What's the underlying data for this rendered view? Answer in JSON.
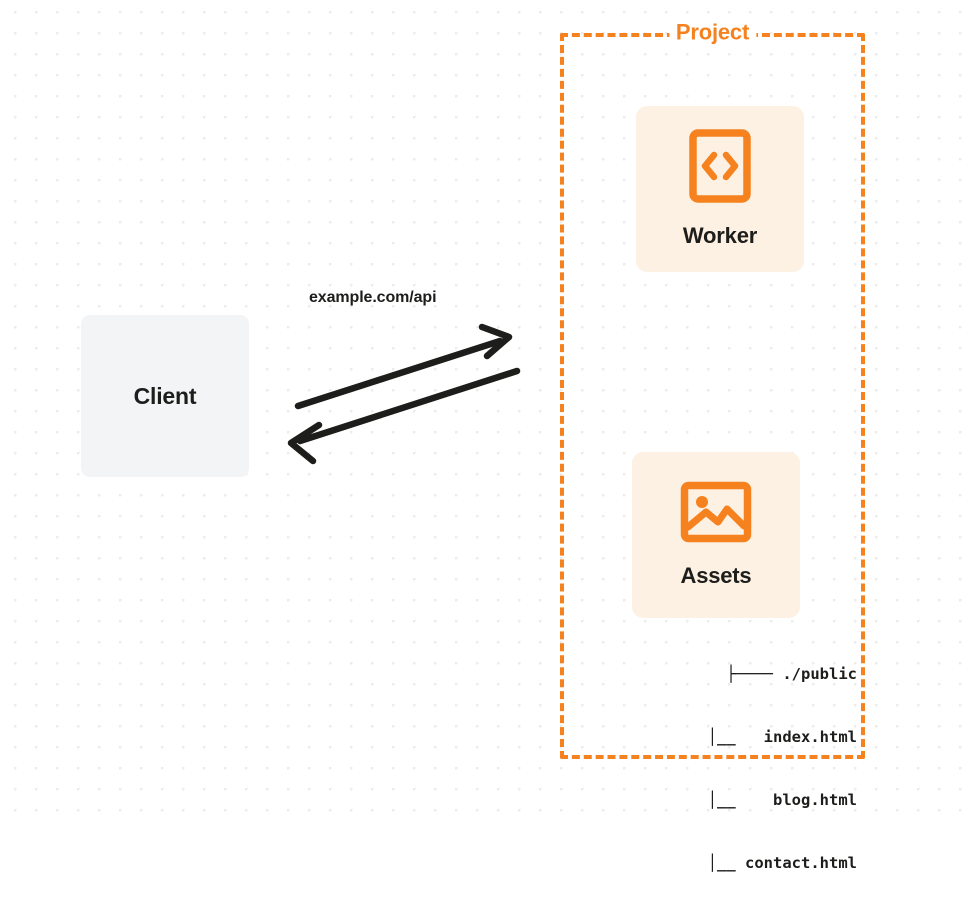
{
  "diagram": {
    "title": "Project",
    "background": {
      "dot_color": "#ececed",
      "page_color": "#ffffff"
    },
    "colors": {
      "accent_orange": "#f6821f",
      "card_fill": "#fdf1e3",
      "client_fill": "#f3f4f6",
      "text_dark": "#1d1d1b",
      "arrow_stroke": "#1d1d1b"
    }
  },
  "client": {
    "label": "Client",
    "icon": "client-box"
  },
  "connection": {
    "label": "example.com/api",
    "request_arrow": "arrow-right-icon",
    "response_arrow": "arrow-left-icon"
  },
  "project": {
    "label": "Project",
    "cards": [
      {
        "label": "Worker",
        "icon": "code-brackets-icon"
      },
      {
        "label": "Assets",
        "icon": "image-icon"
      }
    ]
  },
  "file_tree": {
    "lines": [
      "├──── ./public",
      "│__   index.html",
      "│__    blog.html",
      "│__ contact.html"
    ],
    "entries": [
      {
        "name": "./public",
        "type": "directory"
      },
      {
        "name": "index.html",
        "type": "file"
      },
      {
        "name": "blog.html",
        "type": "file"
      },
      {
        "name": "contact.html",
        "type": "file"
      }
    ]
  }
}
